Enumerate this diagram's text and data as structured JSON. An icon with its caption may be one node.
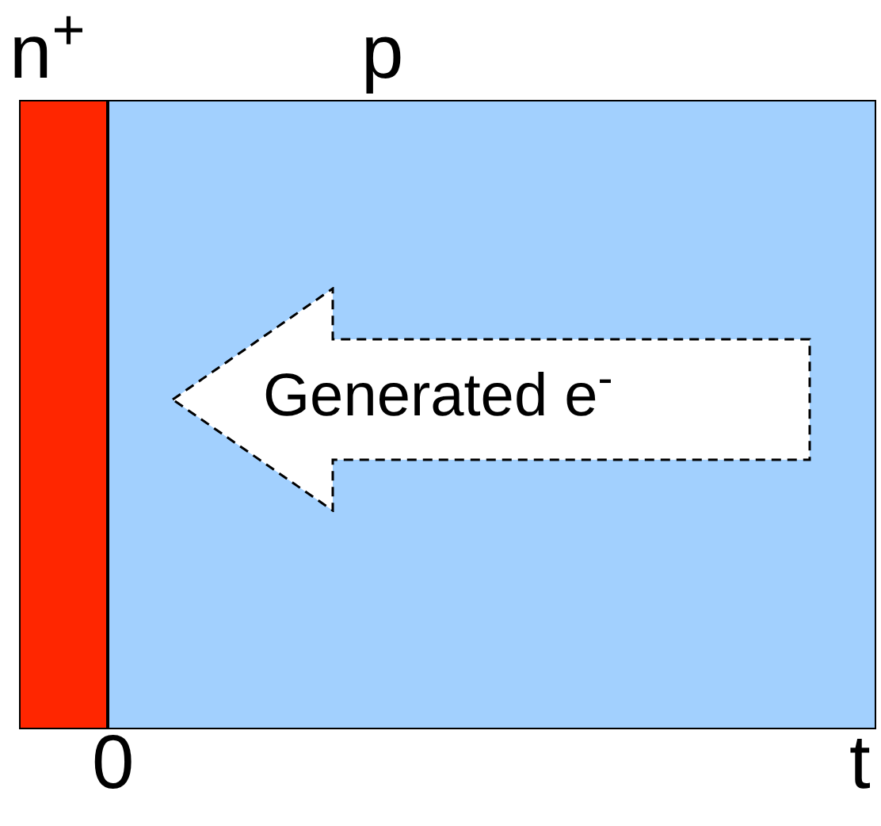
{
  "diagram": {
    "nodes": [
      {
        "text": [
          "n$^{+}$"
        ]
      },
      {
        "text": [
          "p"
        ]
      },
      {
        "text": [
          "Generated e$^{-}$"
        ],
        "in": 1
      }
    ],
    "labels": [
      "0",
      "t"
    ]
  }
}
